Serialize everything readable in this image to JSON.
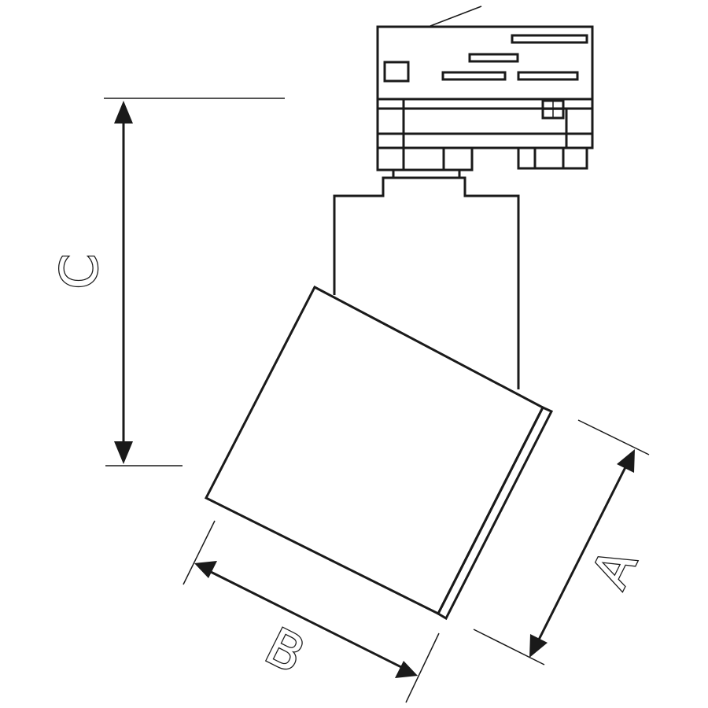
{
  "diagram": {
    "dimension_labels": {
      "a": "A",
      "b": "B",
      "c": "C"
    }
  },
  "colors": {
    "line": "#1a1a1a",
    "background": "#ffffff"
  }
}
